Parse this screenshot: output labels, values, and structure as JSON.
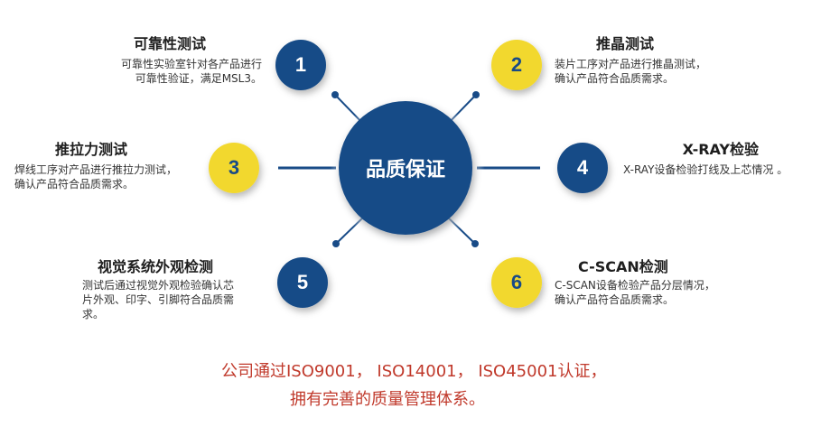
{
  "center": {
    "label": "品质保证",
    "color": "#184b87"
  },
  "colors": {
    "navy": "#184b87",
    "yellow": "#f2d82f",
    "navy_text": "#184b87"
  },
  "items": [
    {
      "number": "1",
      "title": "可靠性测试",
      "lines": [
        "可靠性实验室针对各产品进行",
        "可靠性验证，满足MSL3。"
      ]
    },
    {
      "number": "2",
      "title": "推晶测试",
      "lines": [
        "装片工序对产品进行推晶测试，",
        "确认产品符合品质需求。"
      ]
    },
    {
      "number": "3",
      "title": "推拉力测试",
      "lines": [
        "焊线工序对产品进行推拉力测试，",
        "确认产品符合品质需求。"
      ]
    },
    {
      "number": "4",
      "title": "X-RAY检验",
      "lines": [
        "X-RAY设备检验打线及上芯情况  。"
      ]
    },
    {
      "number": "5",
      "title": "视觉系统外观检测",
      "lines": [
        "测试后通过视觉外观检验确认芯",
        "片外观、印字、引脚符合品质需",
        "求。"
      ]
    },
    {
      "number": "6",
      "title": "C-SCAN检测",
      "lines": [
        "C-SCAN设备检验产品分层情况，",
        "确认产品符合品质需求。"
      ]
    }
  ],
  "footer": {
    "line1": "公司通过ISO9001，  ISO14001，  ISO45001认证，",
    "line2": "拥有完善的质量管理体系。"
  }
}
